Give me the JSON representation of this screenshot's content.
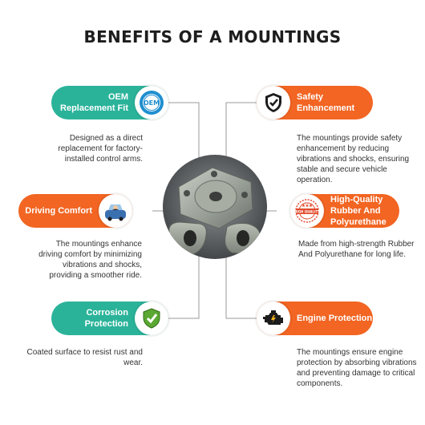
{
  "title": "BENEFITS OF A MOUNTINGS",
  "colors": {
    "teal": "#2bb39a",
    "orange": "#f26522",
    "text": "#333333"
  },
  "benefits": [
    {
      "label": "OEM Replacement Fit",
      "icon": "oem-badge-icon",
      "badge_text": "OEM",
      "description": "Designed as a direct replacement for factory-installed control arms."
    },
    {
      "label": "Safety Enhancement",
      "icon": "shield-check-icon",
      "description": "The mountings provide safety enhancement by reducing vibrations and shocks, ensuring stable and secure vehicle operation."
    },
    {
      "label": "Driving Comfort",
      "icon": "driver-car-icon",
      "description": "The mountings enhance driving comfort by minimizing vibrations and shocks, providing a smoother ride."
    },
    {
      "label": "High-Quality Rubber And Polyurethane",
      "icon": "high-quality-stamp-icon",
      "badge_text": "HIGH QUALITY",
      "description": "Made from high-strength Rubber And Polyurethane for long life."
    },
    {
      "label": "Corrosion Protection",
      "icon": "shield-check-green-icon",
      "description": "Coated surface to resist rust and wear."
    },
    {
      "label": "Engine Protection",
      "icon": "engine-icon",
      "description": "The mountings ensure engine protection by absorbing vibrations and preventing damage to critical components."
    }
  ]
}
